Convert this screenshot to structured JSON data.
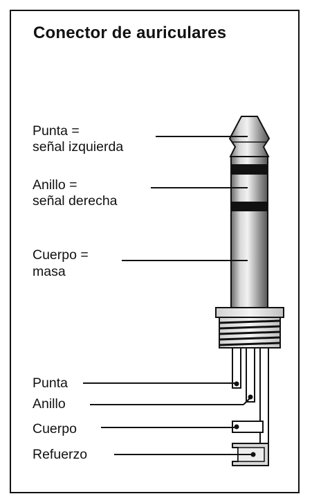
{
  "title": "Conector de auriculares",
  "labels": {
    "punta_top_line1": "Punta =",
    "punta_top_line2": "señal izquierda",
    "anillo_top_line1": "Anillo =",
    "anillo_top_line2": "señal derecha",
    "cuerpo_top_line1": "Cuerpo =",
    "cuerpo_top_line2": "masa",
    "punta_bottom": "Punta",
    "anillo_bottom": "Anillo",
    "cuerpo_bottom": "Cuerpo",
    "refuerzo_bottom": "Refuerzo"
  },
  "colors": {
    "outline": "#111111",
    "metal_light": "#e6e6e6",
    "metal_mid": "#9a9a9a",
    "metal_dark": "#5e5e5e",
    "band": "#111111"
  }
}
